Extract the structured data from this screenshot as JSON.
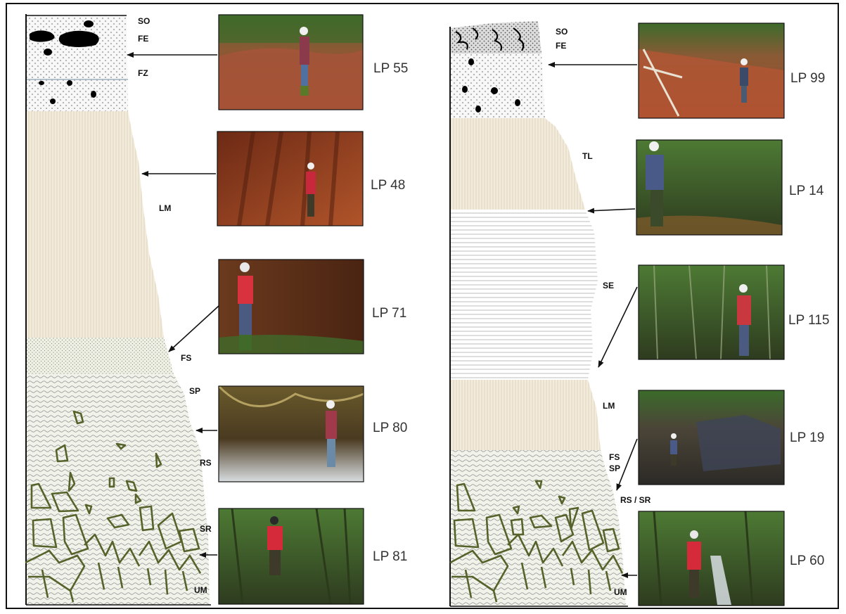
{
  "left_column": {
    "zone_labels": {
      "so": "SO",
      "fe": "FE",
      "fz": "FZ",
      "lm": "LM",
      "fs": "FS",
      "sp": "SP",
      "rs": "RS",
      "sr": "SR",
      "um": "UM"
    },
    "photos": [
      {
        "id": "LP 55",
        "scene": "outcrop-reddish-soil"
      },
      {
        "id": "LP 48",
        "scene": "red-limonite-face"
      },
      {
        "id": "LP 71",
        "scene": "brown-saprolite-face"
      },
      {
        "id": "LP 80",
        "scene": "stream-with-rocks"
      },
      {
        "id": "LP 81",
        "scene": "forest-bedrock"
      }
    ]
  },
  "right_column": {
    "zone_labels": {
      "so": "SO",
      "fe": "FE",
      "tl": "TL",
      "se": "SE",
      "lm": "LM",
      "fs": "FS",
      "sp": "SP",
      "rs_sr": "RS / SR",
      "um": "UM"
    },
    "photos": [
      {
        "id": "LP 99",
        "scene": "reddish-slope"
      },
      {
        "id": "LP 14",
        "scene": "forest-stream"
      },
      {
        "id": "LP 115",
        "scene": "dense-forest"
      },
      {
        "id": "LP 19",
        "scene": "dark-outcrop"
      },
      {
        "id": "LP 60",
        "scene": "forest-waterfall"
      }
    ]
  },
  "colors": {
    "frame": "#111111",
    "pattern_outline": "#55632b",
    "limonite_fill": "#f3ecdc",
    "saprolite_fill": "#eef0e8",
    "label_text": "#111111",
    "lp_text": "#333333"
  }
}
